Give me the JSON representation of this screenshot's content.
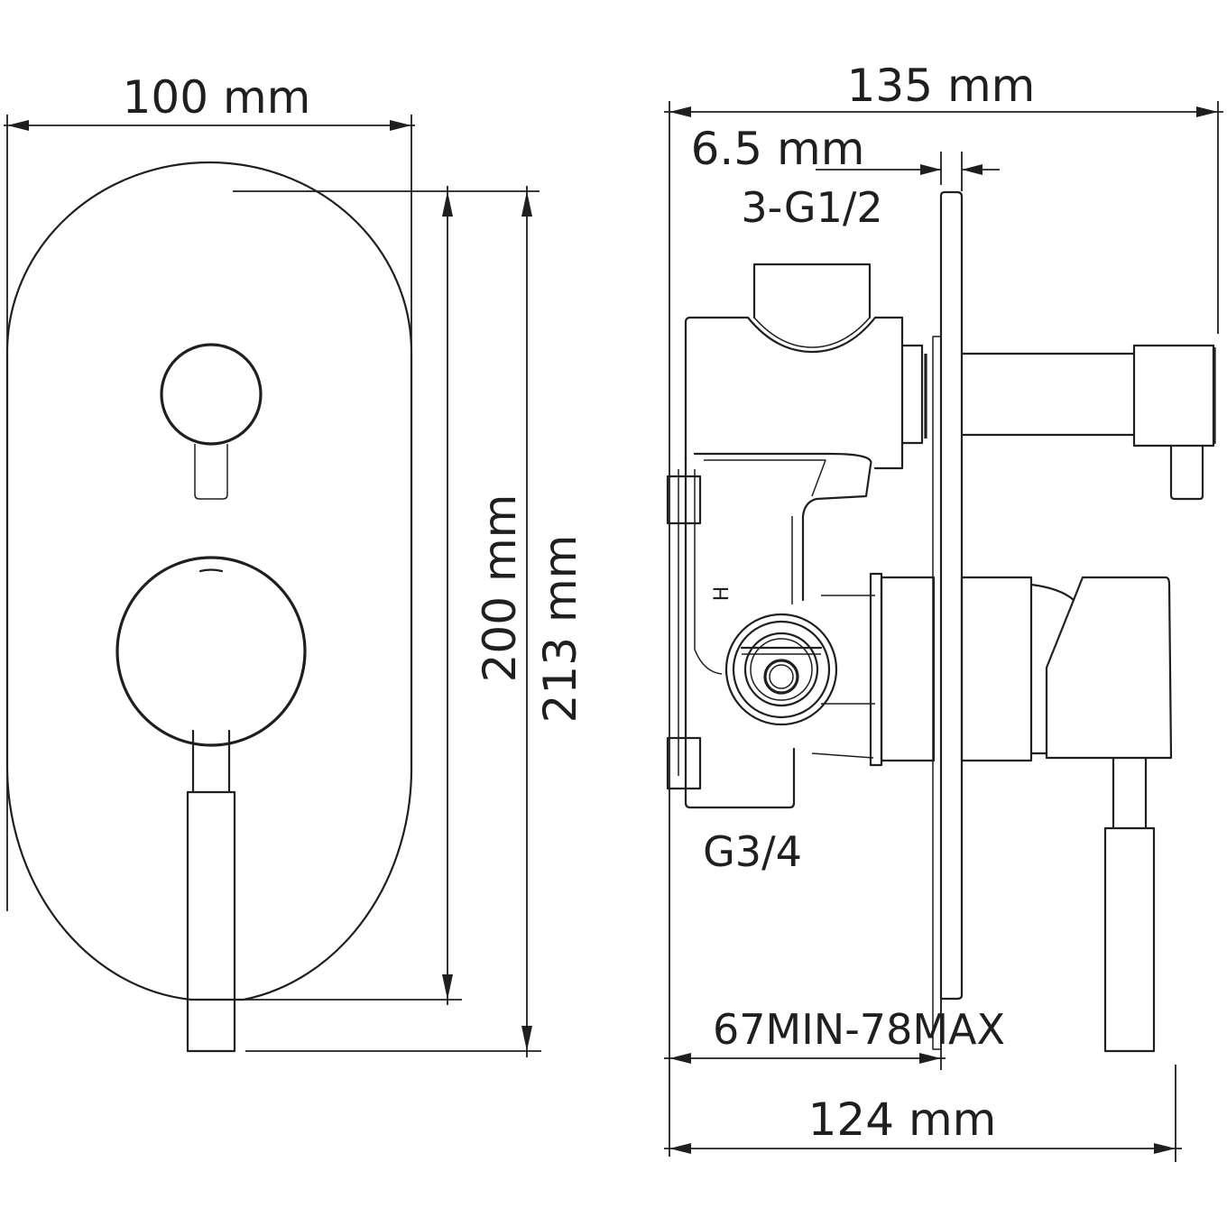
{
  "diagram": {
    "type": "technical-dimension-drawing",
    "subject": "concealed shower mixer with diverter",
    "line_color": "#1f1f1f",
    "background_color": "#ffffff"
  },
  "front_view": {
    "width_label": "100 mm",
    "plate_height_label": "200 mm",
    "overall_height_label": "213 mm"
  },
  "side_view": {
    "depth_label": "135 mm",
    "plate_thickness_label": "6.5 mm",
    "outlets_label": "3-G1/2",
    "inlet_label": "G3/4",
    "install_depth_label": "67MIN-78MAX",
    "body_depth_label": "124 mm",
    "hot_marker": "H"
  }
}
